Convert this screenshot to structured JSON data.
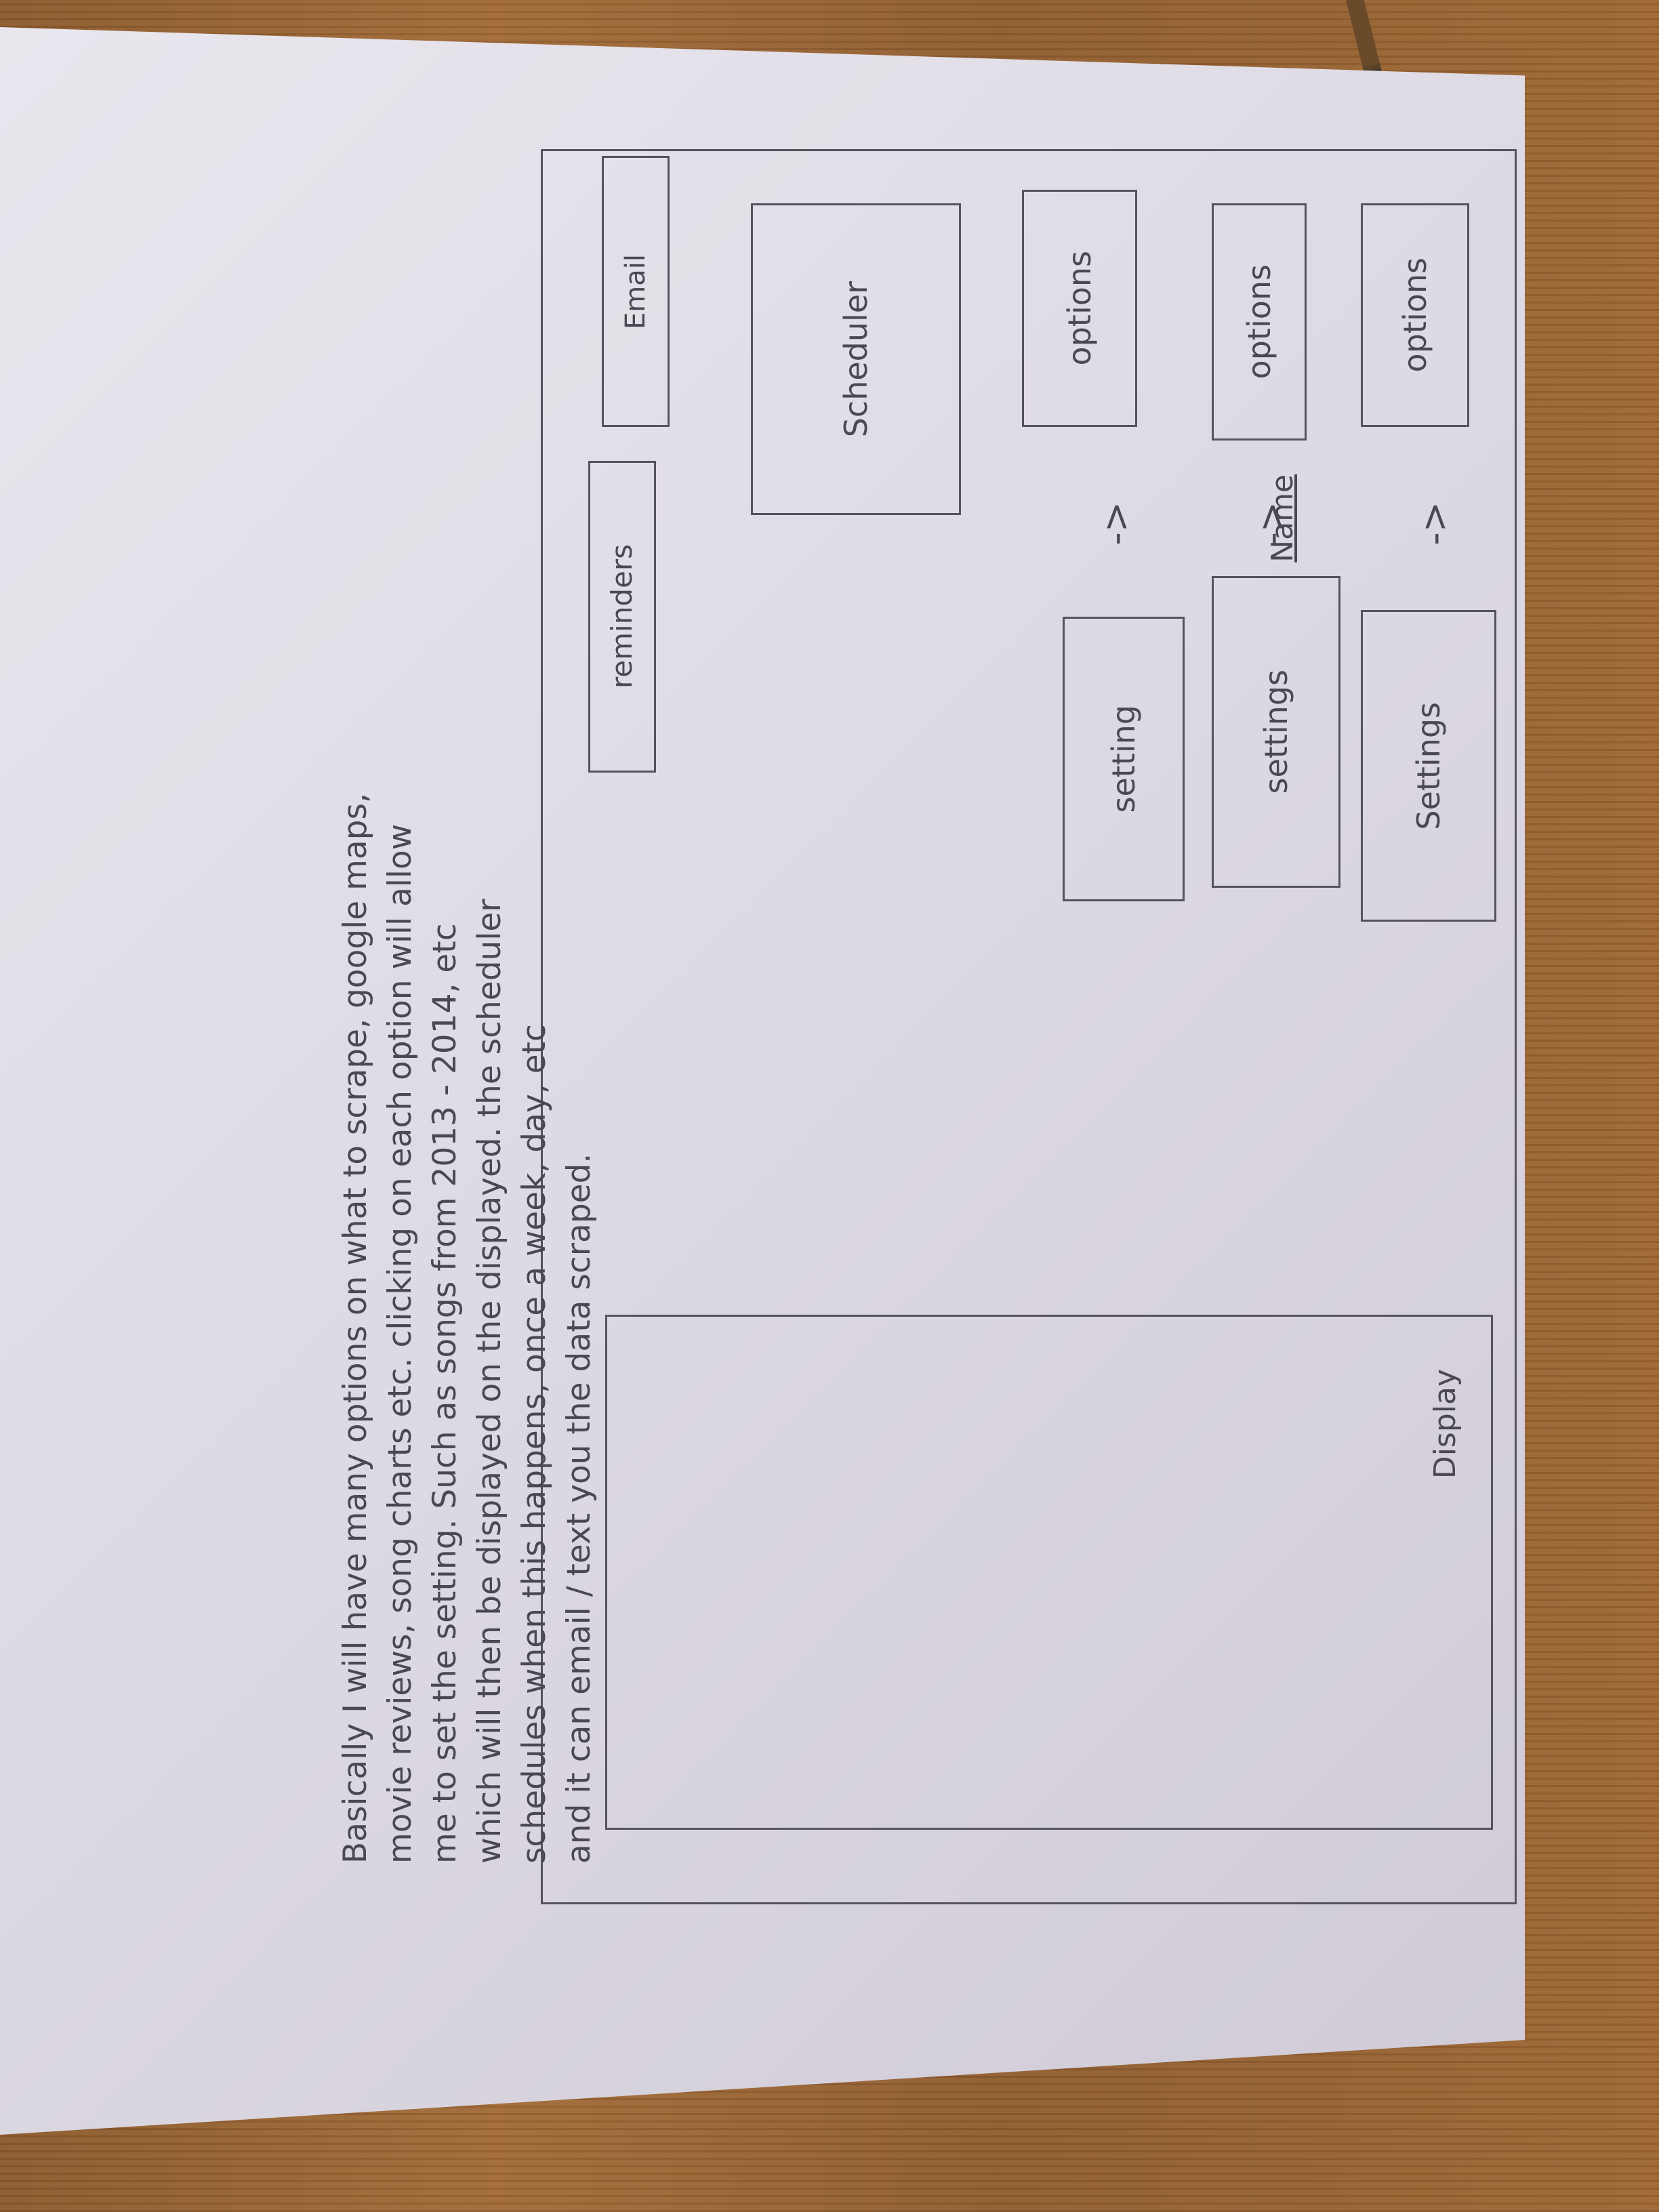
{
  "sketch": {
    "header": {
      "name": "Name",
      "display": "Display"
    },
    "rows": [
      {
        "option": "options",
        "setting": "Settings"
      },
      {
        "option": "options",
        "setting": "settings"
      },
      {
        "option": "options",
        "setting": "setting"
      }
    ],
    "scheduler": "Scheduler",
    "email": "Email",
    "reminders": "reminders",
    "arrow": "->"
  },
  "description": {
    "lines": [
      "Basically I will have many options on what to scrape, google maps,",
      "movie reviews, song charts etc. clicking on each option will allow",
      "me to set the setting. Such as songs from 2013 - 2014, etc",
      "which will then be displayed on the displayed. the scheduler",
      "schedules when this happens, once a week, day, etc",
      "and it can email / text you the data scraped."
    ]
  }
}
